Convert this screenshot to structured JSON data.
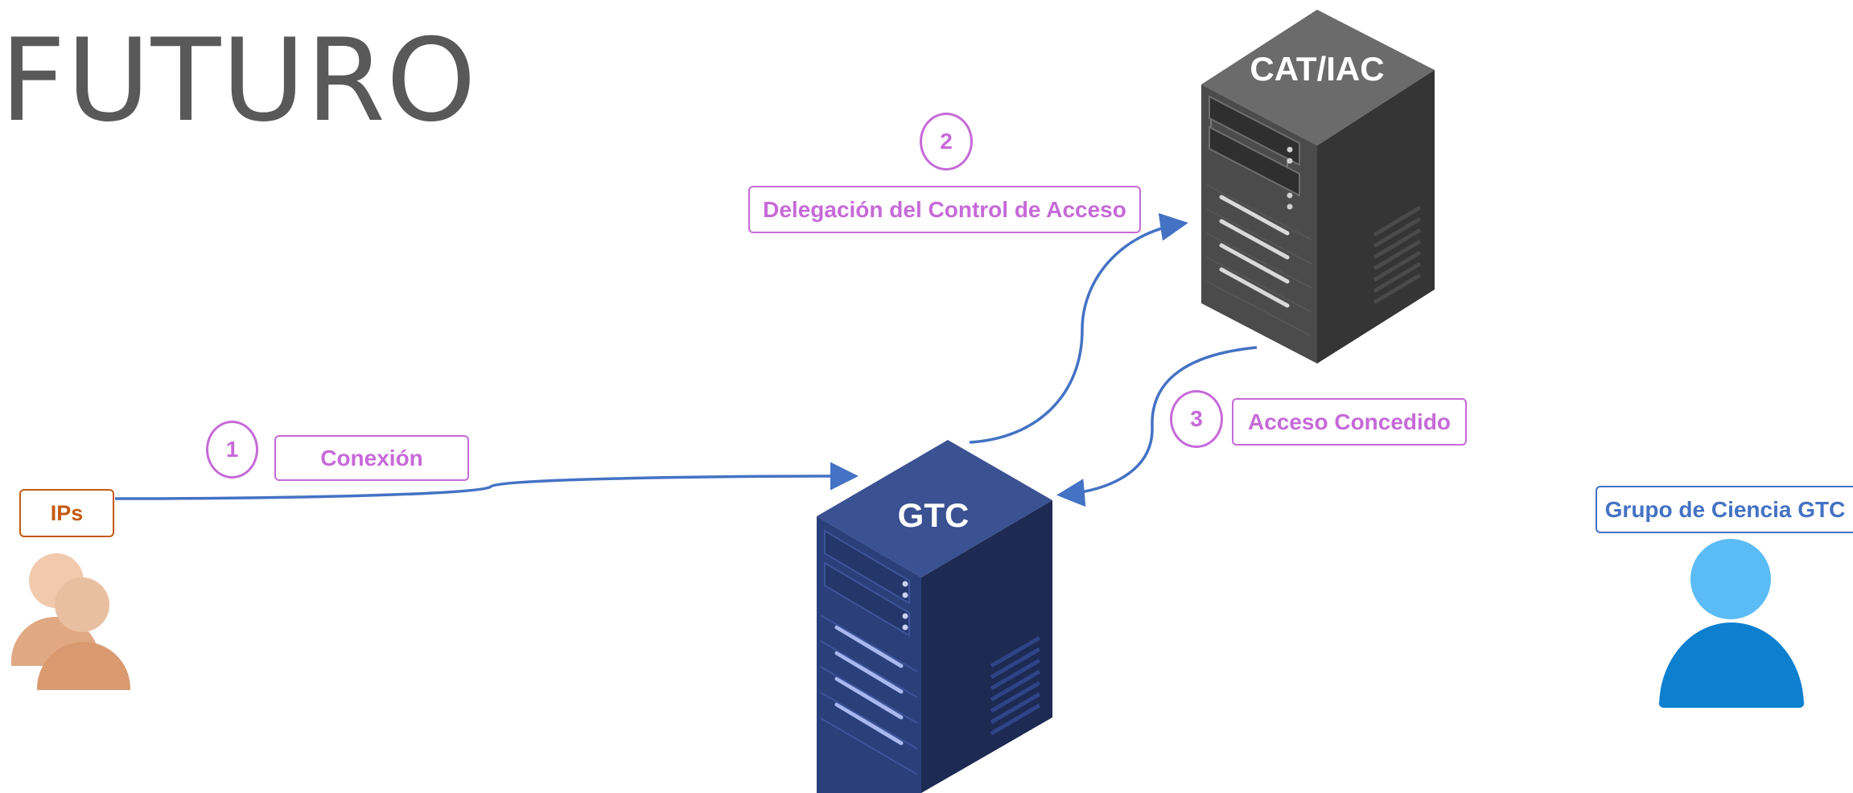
{
  "title": "FUTURO",
  "servers": {
    "cat": {
      "label": "CAT/IAC",
      "color": "#5a5a5a"
    },
    "gtc": {
      "label": "GTC",
      "color": "#2b3f7a"
    }
  },
  "steps": [
    {
      "number": "1",
      "label": "Conexión"
    },
    {
      "number": "2",
      "label": "Delegación del Control de Acceso"
    },
    {
      "number": "3",
      "label": "Acceso Concedido"
    }
  ],
  "actors": {
    "ips": {
      "label": "IPs",
      "color": "#c55a11"
    },
    "science_group": {
      "label": "Grupo de Ciencia GTC",
      "color": "#4472c4"
    }
  },
  "colors": {
    "arrow": "#4472c4",
    "step_accent": "#c66ad8",
    "title": "#595959"
  }
}
